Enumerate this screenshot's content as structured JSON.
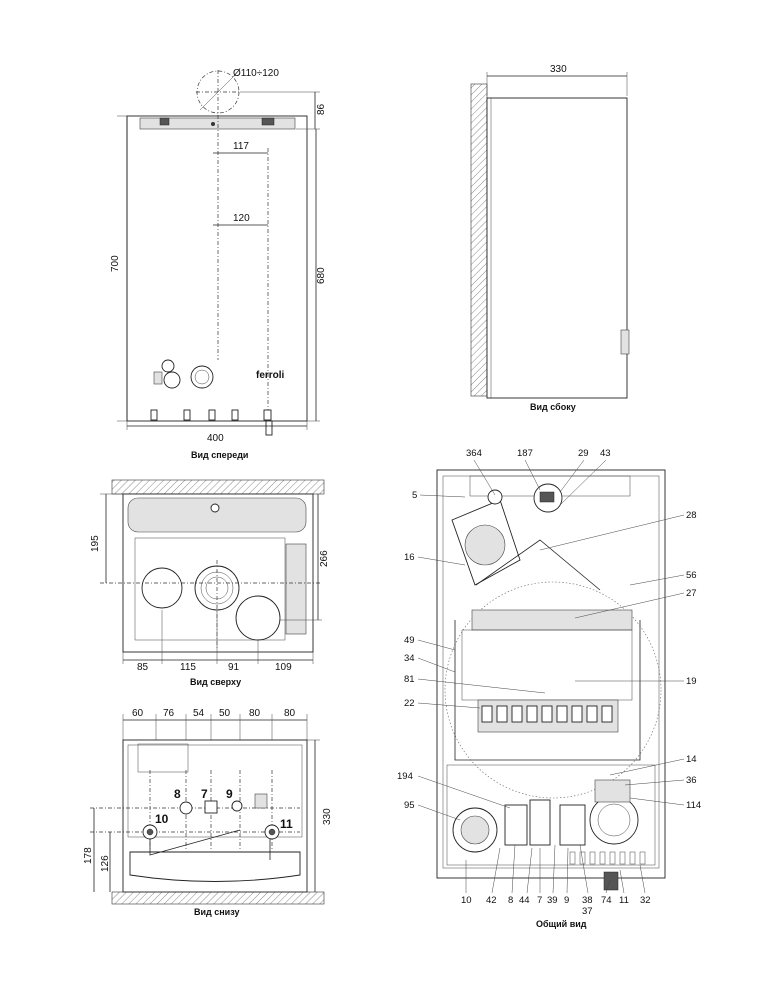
{
  "views": {
    "front": {
      "caption": "Вид спереди",
      "logo_text": "ferroli",
      "dims": {
        "flue": "Ø110÷120",
        "top": "86",
        "h117": "117",
        "h120": "120",
        "height_total": "700",
        "height_body": "680",
        "width": "400"
      }
    },
    "side": {
      "caption": "Вид сбоку",
      "dims": {
        "depth": "330"
      }
    },
    "top": {
      "caption": "Вид сверху",
      "dims": {
        "v195": "195",
        "v266": "266",
        "h85": "85",
        "h115": "115",
        "h91": "91",
        "h109": "109"
      }
    },
    "bottom": {
      "caption": "Вид снизу",
      "dims": {
        "d60": "60",
        "d76": "76",
        "d54": "54",
        "d50": "50",
        "d80a": "80",
        "d80b": "80",
        "v330": "330",
        "v178": "178",
        "v126": "126"
      },
      "connections": [
        "8",
        "7",
        "9",
        "10",
        "11"
      ]
    },
    "general": {
      "caption": "Общий вид",
      "top_labels": [
        "364",
        "187",
        "29",
        "43"
      ],
      "left_labels": [
        "5",
        "16",
        "49",
        "34",
        "81",
        "22",
        "194",
        "95"
      ],
      "right_labels": [
        "28",
        "56",
        "27",
        "19",
        "14",
        "36",
        "114"
      ],
      "bottom_labels": [
        "10",
        "42",
        "8",
        "44",
        "7",
        "39",
        "9",
        "38",
        "37",
        "74",
        "11",
        "32"
      ]
    }
  }
}
